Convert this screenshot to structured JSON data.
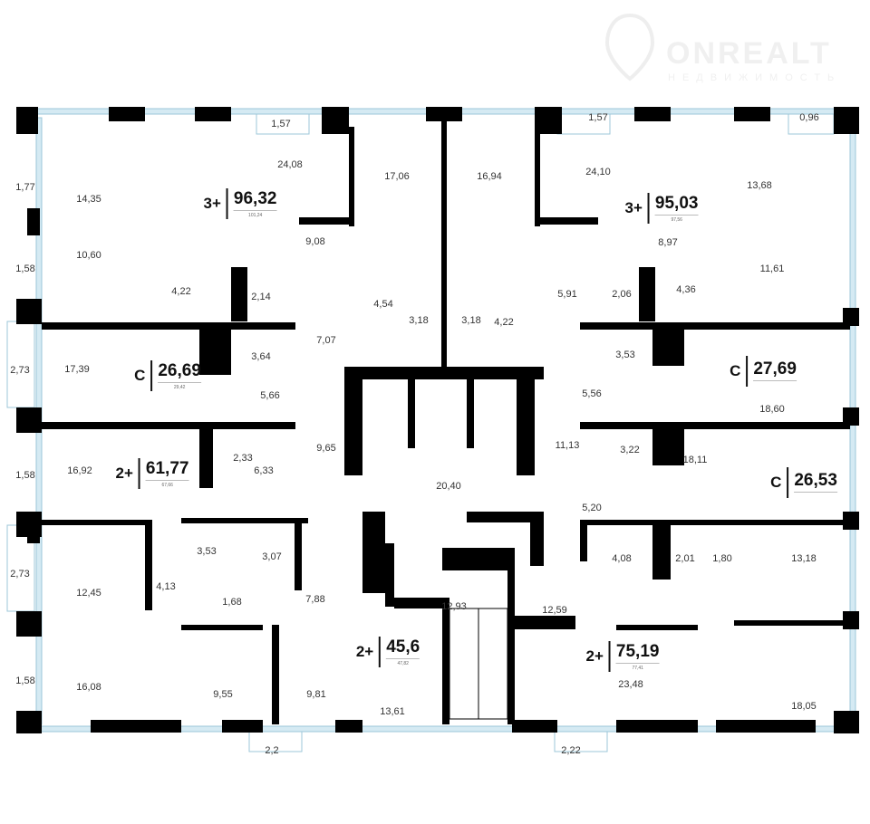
{
  "watermark": {
    "name": "ONREALT",
    "tagline": "НЕДВИЖИМОСТЬ"
  },
  "apartments": [
    {
      "type": "3+",
      "area": "96,32",
      "total": "101,24"
    },
    {
      "type": "3+",
      "area": "95,03",
      "total": "97,56"
    },
    {
      "type": "С",
      "area": "26,69",
      "total": "29,42"
    },
    {
      "type": "С",
      "area": "27,69",
      "total": ""
    },
    {
      "type": "2+",
      "area": "61,77",
      "total": "67,66"
    },
    {
      "type": "С",
      "area": "26,53",
      "total": ""
    },
    {
      "type": "2+",
      "area": "45,6",
      "total": "47,82"
    },
    {
      "type": "2+",
      "area": "75,19",
      "total": "77,41"
    }
  ],
  "rooms": [
    "1,57",
    "1,57",
    "0,96",
    "24,08",
    "17,06",
    "16,94",
    "24,10",
    "13,68",
    "1,77",
    "14,35",
    "9,08",
    "8,97",
    "10,60",
    "11,61",
    "1,58",
    "4,22",
    "2,14",
    "4,54",
    "3,18",
    "3,18",
    "4,22",
    "5,91",
    "2,06",
    "4,36",
    "7,07",
    "3,64",
    "3,53",
    "2,73",
    "17,39",
    "5,66",
    "5,56",
    "18,60",
    "9,65",
    "11,13",
    "3,22",
    "18,11",
    "2,33",
    "16,92",
    "6,33",
    "1,58",
    "20,40",
    "5,20",
    "3,53",
    "3,07",
    "4,08",
    "2,01",
    "1,80",
    "13,18",
    "2,73",
    "12,45",
    "4,13",
    "1,68",
    "7,88",
    "12,93",
    "12,59",
    "1,58",
    "16,08",
    "23,48",
    "18,05",
    "9,55",
    "9,81",
    "13,61",
    "2,2",
    "2,22"
  ],
  "colors": {
    "wall": "#000000",
    "window": "#cfe6f0"
  }
}
